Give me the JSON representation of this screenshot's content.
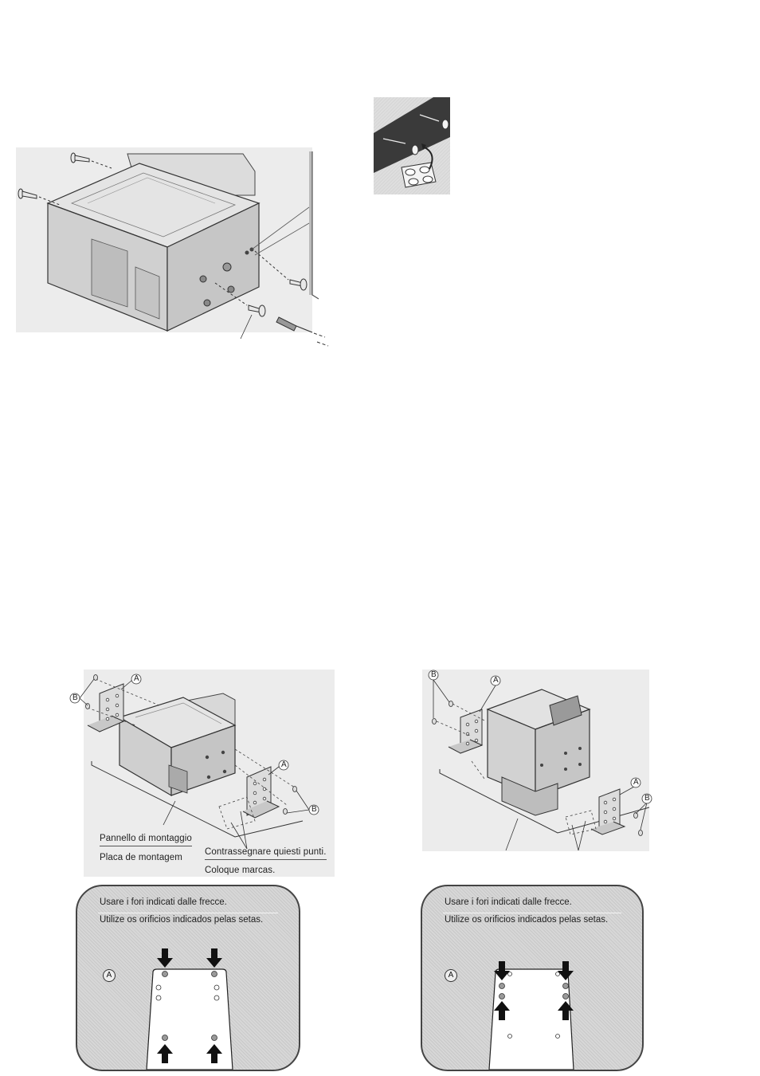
{
  "labels": {
    "a": "A",
    "b": "B"
  },
  "bottom_left": {
    "panel_label_it": "Pannello di montaggio",
    "panel_label_pt": "Placa de montagem",
    "mark_it": "Contrassegnare quiesti punti.",
    "mark_pt": "Coloque marcas."
  },
  "instructions": {
    "left": {
      "line_it": "Usare i fori indicati dalle frecce.",
      "line_pt": "Utilize os orificios indicados pelas setas."
    },
    "right": {
      "line_it": "Usare i fori indicati dalle frecce.",
      "line_pt": "Utilize os orificios indicados pelas setas."
    }
  },
  "colors": {
    "panel_fill": "#d7d7d7",
    "line": "#333333",
    "dark_wall": "#3a3a3a"
  }
}
